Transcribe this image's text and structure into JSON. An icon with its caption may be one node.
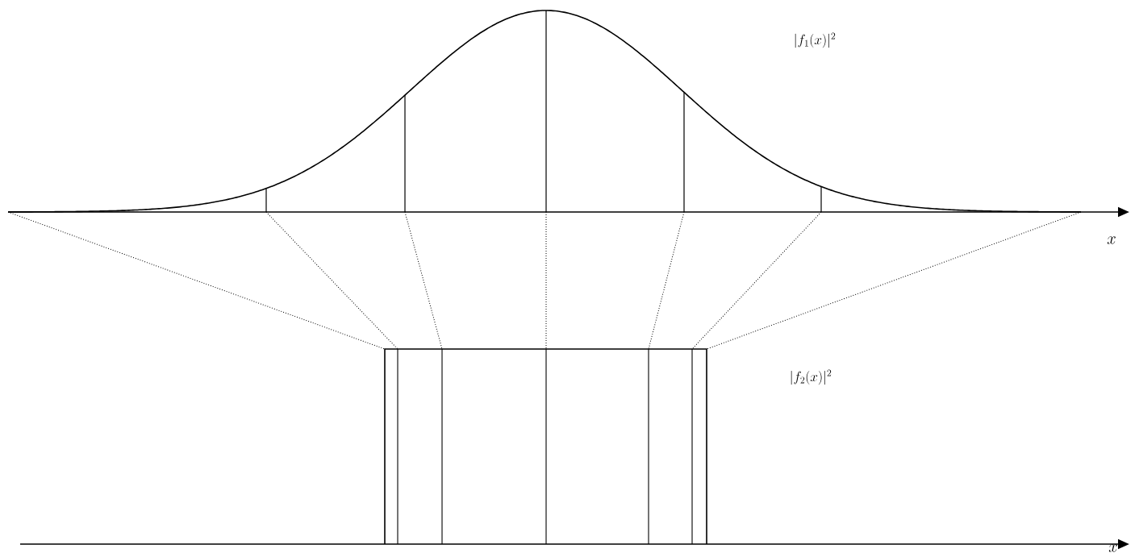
{
  "diagram": {
    "labels": [
      "|f_{1}(x)|^{2}",
      "x",
      "|f_{2}(x)|^{2}",
      "x"
    ]
  }
}
